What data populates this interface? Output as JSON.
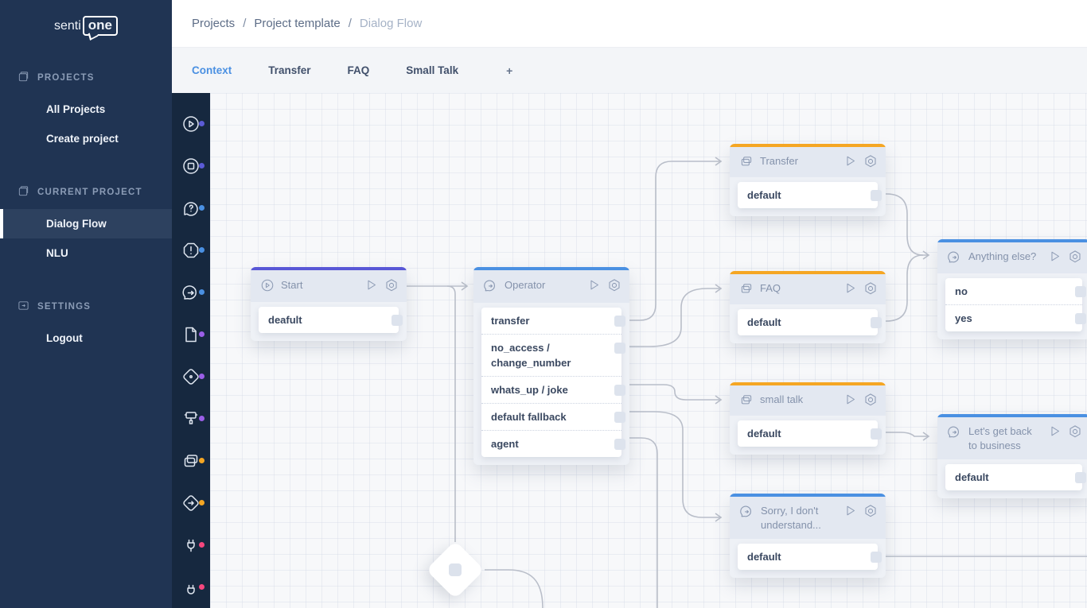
{
  "brand": {
    "logo_part1": "senti",
    "logo_part2": "one"
  },
  "colors": {
    "sidebar_bg": "#203453",
    "toolbox_bg": "#16283f",
    "selected_item_bg": "#2d415f",
    "accent_blue": "#4a90e2",
    "accent_purple": "#5857d6",
    "accent_orange": "#f5a623",
    "dot_indigo": "#5b5bd6",
    "dot_blue": "#4a90e2",
    "dot_violet": "#9b5fe8",
    "dot_orange": "#f5a623",
    "dot_pink": "#f5477e",
    "wire": "#b9bec9"
  },
  "sidebar": {
    "sections": [
      {
        "label": "PROJECTS",
        "items": [
          {
            "label": "All Projects"
          },
          {
            "label": "Create project"
          }
        ]
      },
      {
        "label": "CURRENT PROJECT",
        "items": [
          {
            "label": "Dialog Flow",
            "selected": true
          },
          {
            "label": "NLU"
          }
        ]
      },
      {
        "label": "SETTINGS",
        "items": [
          {
            "label": "Logout"
          }
        ]
      }
    ]
  },
  "breadcrumb": {
    "items": [
      "Projects",
      "Project template",
      "Dialog Flow"
    ],
    "separator": "/"
  },
  "tabs": {
    "items": [
      "Context",
      "Transfer",
      "FAQ",
      "Small Talk"
    ],
    "active": "Context",
    "add_label": "+"
  },
  "toolbox": {
    "icons": [
      {
        "name": "start-node-icon",
        "dot": "#5b5bd6"
      },
      {
        "name": "end-node-icon",
        "dot": "#5b5bd6"
      },
      {
        "name": "question-node-icon",
        "dot": "#4a90e2"
      },
      {
        "name": "fallback-node-icon",
        "dot": "#4a90e2"
      },
      {
        "name": "message-node-icon",
        "dot": "#4a90e2"
      },
      {
        "name": "document-node-icon",
        "dot": "#9b5fe8"
      },
      {
        "name": "decision-node-icon",
        "dot": "#9b5fe8"
      },
      {
        "name": "paint-node-icon",
        "dot": "#9b5fe8"
      },
      {
        "name": "context-node-icon",
        "dot": "#f5a623"
      },
      {
        "name": "jump-node-icon",
        "dot": "#f5a623"
      },
      {
        "name": "plug-node-icon",
        "dot": "#f5477e"
      },
      {
        "name": "integration-node-icon",
        "dot": "#f5477e"
      }
    ]
  },
  "canvas": {
    "nodes": [
      {
        "title": "Start",
        "accent": "#5857d6",
        "rows": [
          "deafult"
        ]
      },
      {
        "title": "Operator",
        "accent": "#4a90e2",
        "rows": [
          "transfer",
          "no_access / change_number",
          "whats_up / joke",
          "default fallback",
          "agent"
        ]
      },
      {
        "title": "Transfer",
        "accent": "#f5a623",
        "rows": [
          "default"
        ]
      },
      {
        "title": "FAQ",
        "accent": "#f5a623",
        "rows": [
          "default"
        ]
      },
      {
        "title": "small talk",
        "accent": "#f5a623",
        "rows": [
          "default"
        ]
      },
      {
        "title": "Sorry, I don't understand...",
        "accent": "#4a90e2",
        "rows": [
          "default"
        ]
      },
      {
        "title": "Anything else?",
        "accent": "#4a90e2",
        "rows": [
          "no",
          "yes"
        ]
      },
      {
        "title": "Let's get back to business",
        "accent": "#4a90e2",
        "rows": [
          "default"
        ]
      }
    ]
  }
}
